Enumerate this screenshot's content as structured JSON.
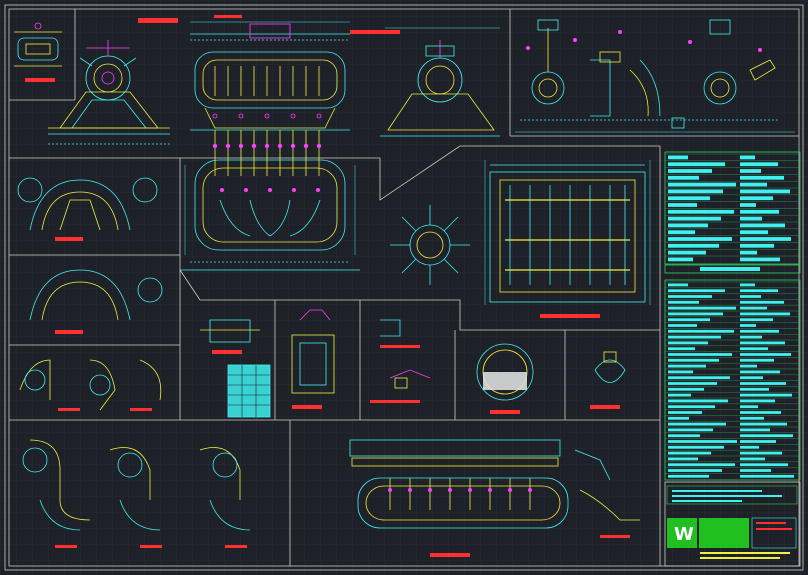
{
  "colors": {
    "background": "#1e2128",
    "grid": "#2c313a",
    "frame": "#c8c8c8",
    "magenta": "#ff40ff",
    "cyan": "#40f0f0",
    "yellow": "#f0f040",
    "red": "#ff3030",
    "white": "#e8e8e8",
    "green": "#30d060",
    "title_green": "#20c020"
  },
  "table": {
    "rows_upper": 16,
    "rows_lower": 34
  },
  "title_block": {
    "logo_text": "W"
  }
}
